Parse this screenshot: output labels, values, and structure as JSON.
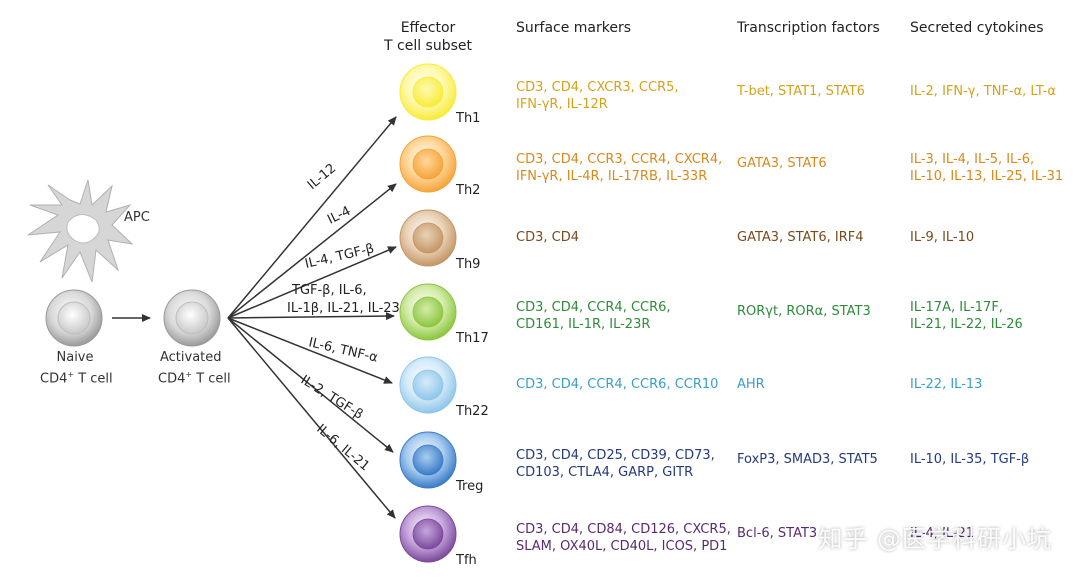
{
  "headers": {
    "effector": [
      "Effector",
      "T cell subset"
    ],
    "surface": "Surface markers",
    "transcription": "Transcription factors",
    "cytokines": "Secreted cytokines"
  },
  "left": {
    "apc": "APC",
    "naive": [
      "Naive",
      "CD4",
      "+",
      " T cell"
    ],
    "activated": [
      "Activated",
      "CD4",
      "+",
      " T cell"
    ]
  },
  "arrows": [
    {
      "label": "IL-12"
    },
    {
      "label": "IL-4"
    },
    {
      "label": "IL-4, TGF-β"
    },
    {
      "label": [
        "TGF-β, IL-6,",
        "IL-1β, IL-21, IL-23"
      ]
    },
    {
      "label": "IL-6, TNF-α"
    },
    {
      "label": "IL-2, TGF-β"
    },
    {
      "label": "IL-6, IL-21"
    }
  ],
  "subsets": [
    {
      "name": "Th1",
      "color": "#d6a21a",
      "cell_outer": "#f7ec3a",
      "cell_inner": "#fff9b0",
      "surface": [
        "CD3, CD4, CXCR3, CCR5,",
        "IFN-γR, IL-12R"
      ],
      "tf": [
        "T-bet, STAT1, STAT6"
      ],
      "cytokines": [
        "IL-2, IFN-γ, TNF-α, LT-α"
      ]
    },
    {
      "name": "Th2",
      "color": "#d8891c",
      "cell_outer": "#f5a43a",
      "cell_inner": "#ffd79a",
      "surface": [
        "CD3, CD4, CCR3, CCR4, CXCR4,",
        "IFN-γR, IL-4R, IL-17RB, IL-33R"
      ],
      "tf": [
        "GATA3, STAT6"
      ],
      "cytokines": [
        "IL-3, IL-4, IL-5, IL-6,",
        "IL-10, IL-13, IL-25, IL-31"
      ]
    },
    {
      "name": "Th9",
      "color": "#7a4a1c",
      "cell_outer": "#c49666",
      "cell_inner": "#ead3b8",
      "surface": [
        "CD3, CD4"
      ],
      "tf": [
        "GATA3, STAT6, IRF4"
      ],
      "cytokines": [
        "IL-9, IL-10"
      ]
    },
    {
      "name": "Th17",
      "color": "#2e8b3a",
      "cell_outer": "#8cc63f",
      "cell_inner": "#d4ecaa",
      "surface": [
        "CD3, CD4, CCR4, CCR6,",
        "CD161, IL-1R, IL-23R"
      ],
      "tf": [
        "RORγt, RORα, STAT3"
      ],
      "cytokines": [
        "IL-17A, IL-17F,",
        "IL-21, IL-22, IL-26"
      ]
    },
    {
      "name": "Th22",
      "color": "#3a9fc8",
      "cell_outer": "#8fc6ea",
      "cell_inner": "#d6ebf9",
      "surface": [
        "CD3, CD4, CCR4, CCR6, CCR10"
      ],
      "tf": [
        "AHR"
      ],
      "cytokines": [
        "IL-22, IL-13"
      ]
    },
    {
      "name": "Treg",
      "color": "#253a7a",
      "cell_outer": "#3a7cc8",
      "cell_inner": "#a9cdf0",
      "surface": [
        "CD3, CD4, CD25, CD39, CD73,",
        "CD103, CTLA4, GARP, GITR"
      ],
      "tf": [
        "FoxP3, SMAD3, STAT5"
      ],
      "cytokines": [
        "IL-10, IL-35, TGF-β"
      ]
    },
    {
      "name": "Tfh",
      "color": "#5a2a6e",
      "cell_outer": "#7b4a9a",
      "cell_inner": "#c6a6dd",
      "surface": [
        "CD3, CD4, CD84, CD126, CXCR5,",
        "SLAM, OX40L, CD40L, ICOS, PD1"
      ],
      "tf": [
        "Bcl-6, STAT3"
      ],
      "cytokines": [
        "IL-4, IL-21"
      ]
    }
  ],
  "watermark": "知乎 @医学科研小坑"
}
